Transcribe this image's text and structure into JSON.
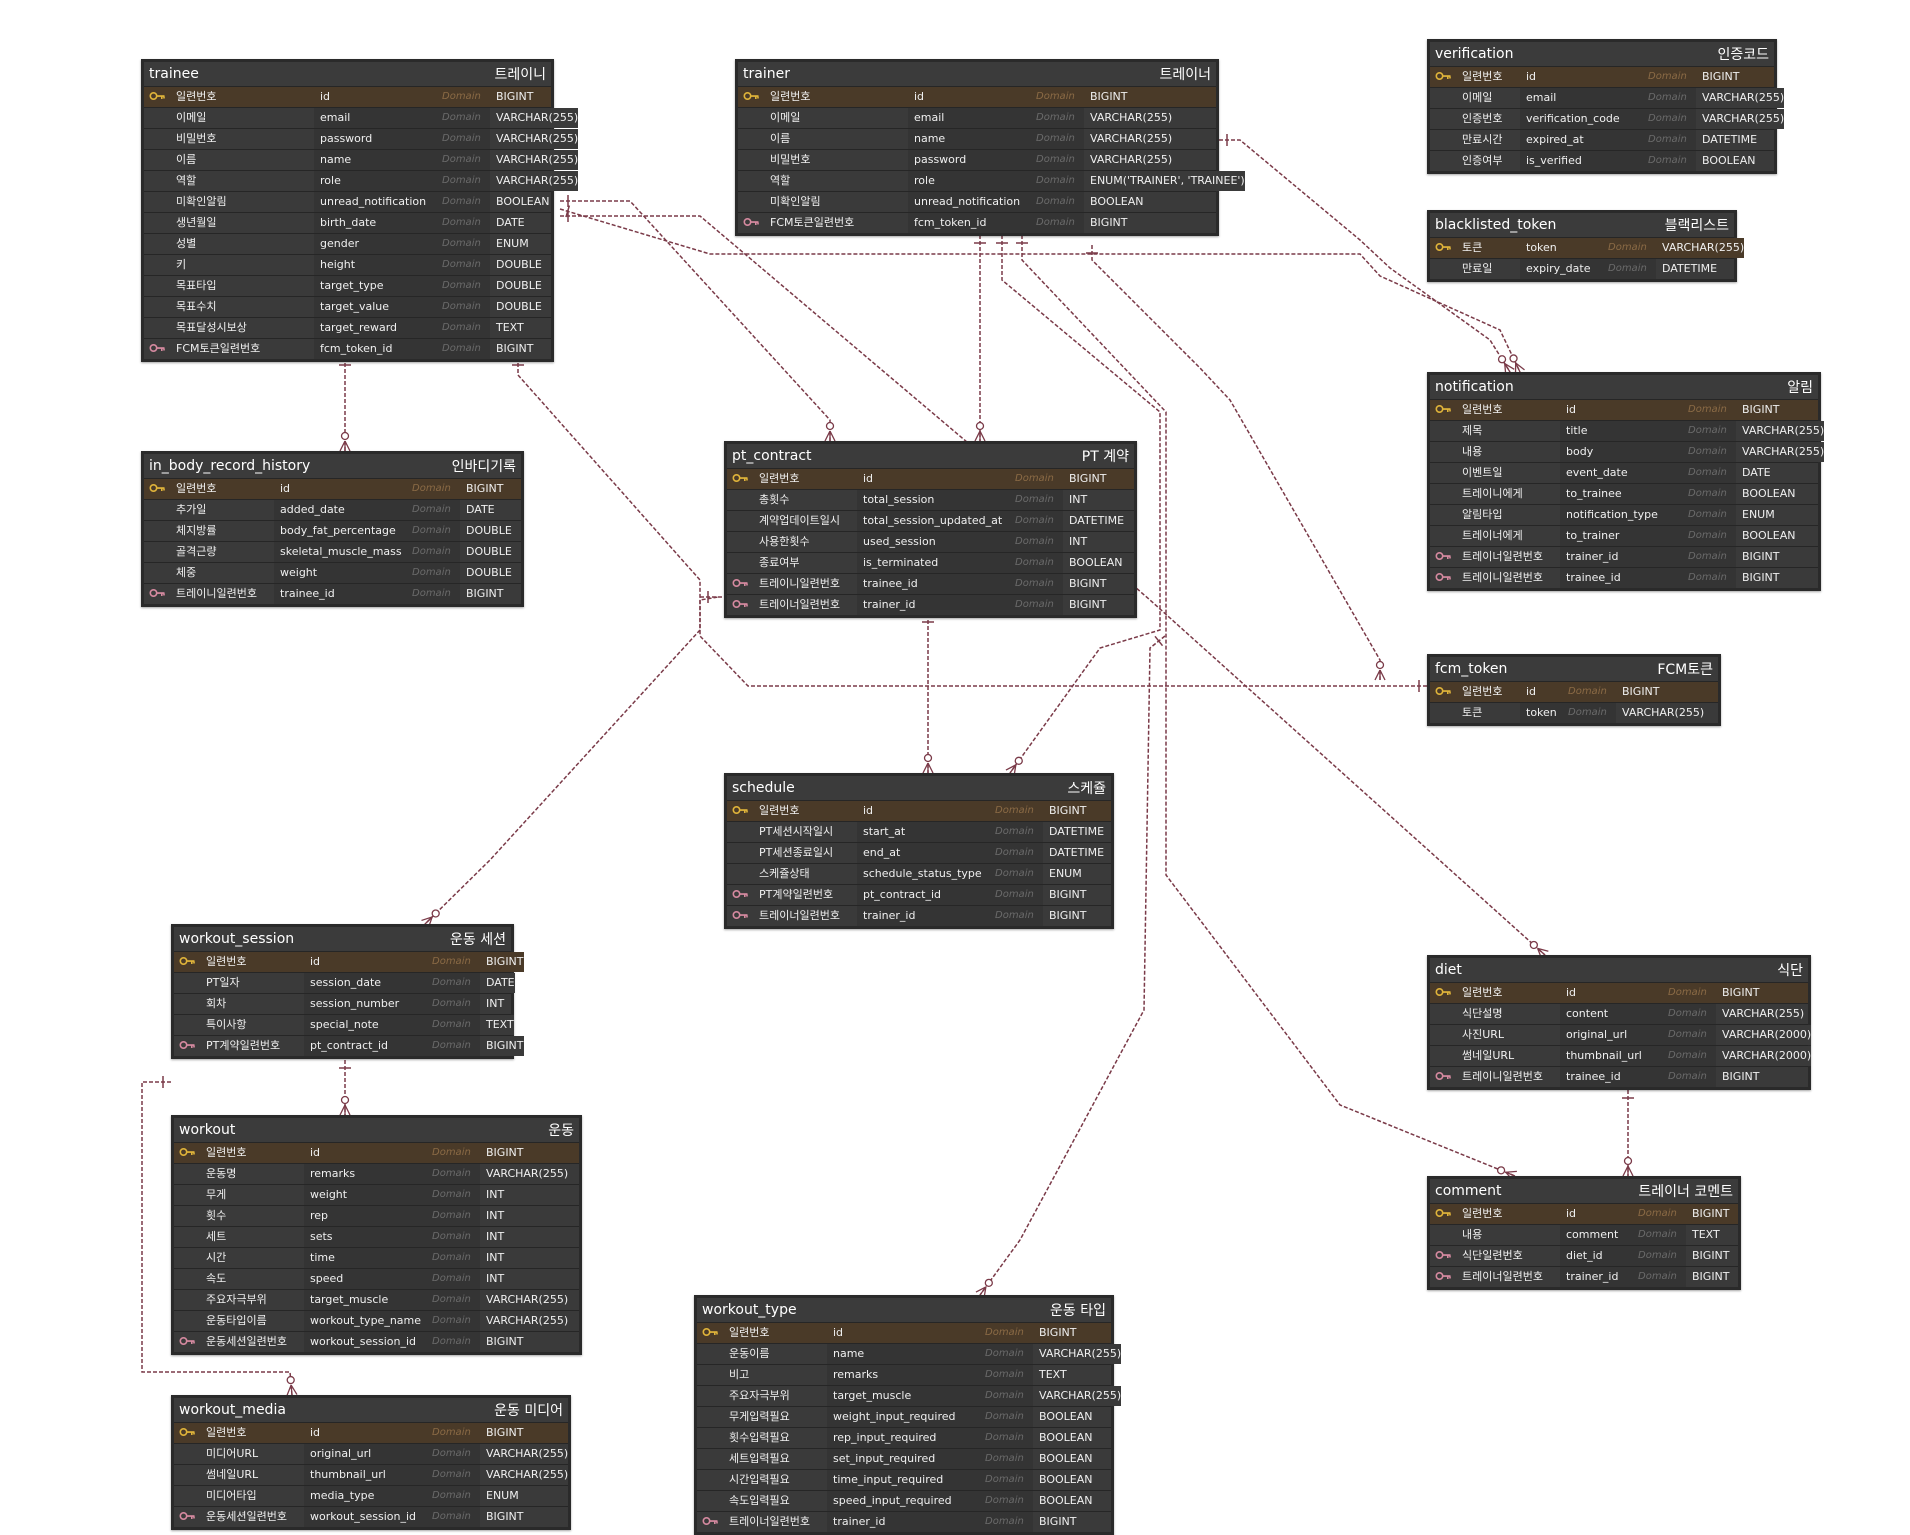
{
  "diagram": {
    "domain_label": "Domain",
    "colors": {
      "line": "#7a3a48",
      "entity_bg": "#2f2f2f",
      "pk_row": "#4a3a28",
      "pk_icon": "#e0b43a",
      "fk_icon": "#d68aa0"
    },
    "entities": [
      {
        "id": "trainee",
        "name": "trainee",
        "label": "트레이니",
        "columns": [
          {
            "key": "pk",
            "logical": "일련번호",
            "physical": "id",
            "type": "BIGINT"
          },
          {
            "key": "",
            "logical": "이메일",
            "physical": "email",
            "type": "VARCHAR(255)"
          },
          {
            "key": "",
            "logical": "비밀번호",
            "physical": "password",
            "type": "VARCHAR(255)"
          },
          {
            "key": "",
            "logical": "이름",
            "physical": "name",
            "type": "VARCHAR(255)"
          },
          {
            "key": "",
            "logical": "역할",
            "physical": "role",
            "type": "VARCHAR(255)"
          },
          {
            "key": "",
            "logical": "미확인알림",
            "physical": "unread_notification",
            "type": "BOOLEAN"
          },
          {
            "key": "",
            "logical": "생년월일",
            "physical": "birth_date",
            "type": "DATE"
          },
          {
            "key": "",
            "logical": "성별",
            "physical": "gender",
            "type": "ENUM"
          },
          {
            "key": "",
            "logical": "키",
            "physical": "height",
            "type": "DOUBLE"
          },
          {
            "key": "",
            "logical": "목표타입",
            "physical": "target_type",
            "type": "DOUBLE"
          },
          {
            "key": "",
            "logical": "목표수치",
            "physical": "target_value",
            "type": "DOUBLE"
          },
          {
            "key": "",
            "logical": "목표달성시보상",
            "physical": "target_reward",
            "type": "TEXT"
          },
          {
            "key": "fk",
            "logical": "FCM토큰일련번호",
            "physical": "fcm_token_id",
            "type": "BIGINT"
          }
        ]
      },
      {
        "id": "trainer",
        "name": "trainer",
        "label": "트레이너",
        "columns": [
          {
            "key": "pk",
            "logical": "일련번호",
            "physical": "id",
            "type": "BIGINT"
          },
          {
            "key": "",
            "logical": "이메일",
            "physical": "email",
            "type": "VARCHAR(255)"
          },
          {
            "key": "",
            "logical": "이름",
            "physical": "name",
            "type": "VARCHAR(255)"
          },
          {
            "key": "",
            "logical": "비밀번호",
            "physical": "password",
            "type": "VARCHAR(255)"
          },
          {
            "key": "",
            "logical": "역할",
            "physical": "role",
            "type": "ENUM('TRAINER', 'TRAINEE')"
          },
          {
            "key": "",
            "logical": "미확인알림",
            "physical": "unread_notification",
            "type": "BOOLEAN"
          },
          {
            "key": "fk",
            "logical": "FCM토큰일련번호",
            "physical": "fcm_token_id",
            "type": "BIGINT"
          }
        ]
      },
      {
        "id": "verification",
        "name": "verification",
        "label": "인증코드",
        "columns": [
          {
            "key": "pk",
            "logical": "일련번호",
            "physical": "id",
            "type": "BIGINT"
          },
          {
            "key": "",
            "logical": "이메일",
            "physical": "email",
            "type": "VARCHAR(255)"
          },
          {
            "key": "",
            "logical": "인증번호",
            "physical": "verification_code",
            "type": "VARCHAR(255)"
          },
          {
            "key": "",
            "logical": "만료시간",
            "physical": "expired_at",
            "type": "DATETIME"
          },
          {
            "key": "",
            "logical": "인증여부",
            "physical": "is_verified",
            "type": "BOOLEAN"
          }
        ]
      },
      {
        "id": "blacklisted_token",
        "name": "blacklisted_token",
        "label": "블랙리스트",
        "columns": [
          {
            "key": "pk",
            "logical": "토큰",
            "physical": "token",
            "type": "VARCHAR(255)"
          },
          {
            "key": "",
            "logical": "만료일",
            "physical": "expiry_date",
            "type": "DATETIME"
          }
        ]
      },
      {
        "id": "notification",
        "name": "notification",
        "label": "알림",
        "columns": [
          {
            "key": "pk",
            "logical": "일련번호",
            "physical": "id",
            "type": "BIGINT"
          },
          {
            "key": "",
            "logical": "제목",
            "physical": "title",
            "type": "VARCHAR(255)"
          },
          {
            "key": "",
            "logical": "내용",
            "physical": "body",
            "type": "VARCHAR(255)"
          },
          {
            "key": "",
            "logical": "이벤트일",
            "physical": "event_date",
            "type": "DATE"
          },
          {
            "key": "",
            "logical": "트레이니에게",
            "physical": "to_trainee",
            "type": "BOOLEAN"
          },
          {
            "key": "",
            "logical": "알림타입",
            "physical": "notification_type",
            "type": "ENUM"
          },
          {
            "key": "",
            "logical": "트레이너에게",
            "physical": "to_trainer",
            "type": "BOOLEAN"
          },
          {
            "key": "fk",
            "logical": "트레이너일련번호",
            "physical": "trainer_id",
            "type": "BIGINT"
          },
          {
            "key": "fk",
            "logical": "트레이니일련번호",
            "physical": "trainee_id",
            "type": "BIGINT"
          }
        ]
      },
      {
        "id": "in_body_record_history",
        "name": "in_body_record_history",
        "label": "인바디기록",
        "columns": [
          {
            "key": "pk",
            "logical": "일련번호",
            "physical": "id",
            "type": "BIGINT"
          },
          {
            "key": "",
            "logical": "추가일",
            "physical": "added_date",
            "type": "DATE"
          },
          {
            "key": "",
            "logical": "체지방률",
            "physical": "body_fat_percentage",
            "type": "DOUBLE"
          },
          {
            "key": "",
            "logical": "골격근량",
            "physical": "skeletal_muscle_mass",
            "type": "DOUBLE"
          },
          {
            "key": "",
            "logical": "체중",
            "physical": "weight",
            "type": "DOUBLE"
          },
          {
            "key": "fk",
            "logical": "트레이니일련번호",
            "physical": "trainee_id",
            "type": "BIGINT"
          }
        ]
      },
      {
        "id": "pt_contract",
        "name": "pt_contract",
        "label": "PT 계약",
        "columns": [
          {
            "key": "pk",
            "logical": "일련번호",
            "physical": "id",
            "type": "BIGINT"
          },
          {
            "key": "",
            "logical": "총횟수",
            "physical": "total_session",
            "type": "INT"
          },
          {
            "key": "",
            "logical": "계약업데이트일시",
            "physical": "total_session_updated_at",
            "type": "DATETIME"
          },
          {
            "key": "",
            "logical": "사용한횟수",
            "physical": "used_session",
            "type": "INT"
          },
          {
            "key": "",
            "logical": "종료여부",
            "physical": "is_terminated",
            "type": "BOOLEAN"
          },
          {
            "key": "fk",
            "logical": "트레이니일련번호",
            "physical": "trainee_id",
            "type": "BIGINT"
          },
          {
            "key": "fk",
            "logical": "트레이너일련번호",
            "physical": "trainer_id",
            "type": "BIGINT"
          }
        ]
      },
      {
        "id": "fcm_token",
        "name": "fcm_token",
        "label": "FCM토큰",
        "columns": [
          {
            "key": "pk",
            "logical": "일련번호",
            "physical": "id",
            "type": "BIGINT"
          },
          {
            "key": "",
            "logical": "토큰",
            "physical": "token",
            "type": "VARCHAR(255)"
          }
        ]
      },
      {
        "id": "schedule",
        "name": "schedule",
        "label": "스케쥴",
        "columns": [
          {
            "key": "pk",
            "logical": "일련번호",
            "physical": "id",
            "type": "BIGINT"
          },
          {
            "key": "",
            "logical": "PT세션시작일시",
            "physical": "start_at",
            "type": "DATETIME"
          },
          {
            "key": "",
            "logical": "PT세션종료일시",
            "physical": "end_at",
            "type": "DATETIME"
          },
          {
            "key": "",
            "logical": "스케쥴상태",
            "physical": "schedule_status_type",
            "type": "ENUM"
          },
          {
            "key": "fk",
            "logical": "PT계약일련번호",
            "physical": "pt_contract_id",
            "type": "BIGINT"
          },
          {
            "key": "fk",
            "logical": "트레이너일련번호",
            "physical": "trainer_id",
            "type": "BIGINT"
          }
        ]
      },
      {
        "id": "workout_session",
        "name": "workout_session",
        "label": "운동 세션",
        "columns": [
          {
            "key": "pk",
            "logical": "일련번호",
            "physical": "id",
            "type": "BIGINT"
          },
          {
            "key": "",
            "logical": "PT일자",
            "physical": "session_date",
            "type": "DATE"
          },
          {
            "key": "",
            "logical": "회차",
            "physical": "session_number",
            "type": "INT"
          },
          {
            "key": "",
            "logical": "특이사항",
            "physical": "special_note",
            "type": "TEXT"
          },
          {
            "key": "fk",
            "logical": "PT계약일련번호",
            "physical": "pt_contract_id",
            "type": "BIGINT"
          }
        ]
      },
      {
        "id": "diet",
        "name": "diet",
        "label": "식단",
        "columns": [
          {
            "key": "pk",
            "logical": "일련번호",
            "physical": "id",
            "type": "BIGINT"
          },
          {
            "key": "",
            "logical": "식단설명",
            "physical": "content",
            "type": "VARCHAR(255)"
          },
          {
            "key": "",
            "logical": "사진URL",
            "physical": "original_url",
            "type": "VARCHAR(2000)"
          },
          {
            "key": "",
            "logical": "썸네일URL",
            "physical": "thumbnail_url",
            "type": "VARCHAR(2000)"
          },
          {
            "key": "fk",
            "logical": "트레이니일련번호",
            "physical": "trainee_id",
            "type": "BIGINT"
          }
        ]
      },
      {
        "id": "workout",
        "name": "workout",
        "label": "운동",
        "columns": [
          {
            "key": "pk",
            "logical": "일련번호",
            "physical": "id",
            "type": "BIGINT"
          },
          {
            "key": "",
            "logical": "운동명",
            "physical": "remarks",
            "type": "VARCHAR(255)"
          },
          {
            "key": "",
            "logical": "무게",
            "physical": "weight",
            "type": "INT"
          },
          {
            "key": "",
            "logical": "횟수",
            "physical": "rep",
            "type": "INT"
          },
          {
            "key": "",
            "logical": "세트",
            "physical": "sets",
            "type": "INT"
          },
          {
            "key": "",
            "logical": "시간",
            "physical": "time",
            "type": "INT"
          },
          {
            "key": "",
            "logical": "속도",
            "physical": "speed",
            "type": "INT"
          },
          {
            "key": "",
            "logical": "주요자극부위",
            "physical": "target_muscle",
            "type": "VARCHAR(255)"
          },
          {
            "key": "",
            "logical": "운동타입이름",
            "physical": "workout_type_name",
            "type": "VARCHAR(255)"
          },
          {
            "key": "fk",
            "logical": "운동세션일련번호",
            "physical": "workout_session_id",
            "type": "BIGINT"
          }
        ]
      },
      {
        "id": "comment",
        "name": "comment",
        "label": "트레이너 코멘트",
        "columns": [
          {
            "key": "pk",
            "logical": "일련번호",
            "physical": "id",
            "type": "BIGINT"
          },
          {
            "key": "",
            "logical": "내용",
            "physical": "comment",
            "type": "TEXT"
          },
          {
            "key": "fk",
            "logical": "식단일련번호",
            "physical": "diet_id",
            "type": "BIGINT"
          },
          {
            "key": "fk",
            "logical": "트레이너일련번호",
            "physical": "trainer_id",
            "type": "BIGINT"
          }
        ]
      },
      {
        "id": "workout_type",
        "name": "workout_type",
        "label": "운동 타입",
        "columns": [
          {
            "key": "pk",
            "logical": "일련번호",
            "physical": "id",
            "type": "BIGINT"
          },
          {
            "key": "",
            "logical": "운동이름",
            "physical": "name",
            "type": "VARCHAR(255)"
          },
          {
            "key": "",
            "logical": "비고",
            "physical": "remarks",
            "type": "TEXT"
          },
          {
            "key": "",
            "logical": "주요자극부위",
            "physical": "target_muscle",
            "type": "VARCHAR(255)"
          },
          {
            "key": "",
            "logical": "무게입력필요",
            "physical": "weight_input_required",
            "type": "BOOLEAN"
          },
          {
            "key": "",
            "logical": "횟수입력필요",
            "physical": "rep_input_required",
            "type": "BOOLEAN"
          },
          {
            "key": "",
            "logical": "세트입력필요",
            "physical": "set_input_required",
            "type": "BOOLEAN"
          },
          {
            "key": "",
            "logical": "시간입력필요",
            "physical": "time_input_required",
            "type": "BOOLEAN"
          },
          {
            "key": "",
            "logical": "속도입력필요",
            "physical": "speed_input_required",
            "type": "BOOLEAN"
          },
          {
            "key": "fk",
            "logical": "트레이너일련번호",
            "physical": "trainer_id",
            "type": "BIGINT"
          }
        ]
      },
      {
        "id": "workout_media",
        "name": "workout_media",
        "label": "운동 미디어",
        "columns": [
          {
            "key": "pk",
            "logical": "일련번호",
            "physical": "id",
            "type": "BIGINT"
          },
          {
            "key": "",
            "logical": "미디어URL",
            "physical": "original_url",
            "type": "VARCHAR(255)"
          },
          {
            "key": "",
            "logical": "썸네일URL",
            "physical": "thumbnail_url",
            "type": "VARCHAR(255)"
          },
          {
            "key": "",
            "logical": "미디어타입",
            "physical": "media_type",
            "type": "ENUM"
          },
          {
            "key": "fk",
            "logical": "운동세션일련번호",
            "physical": "workout_session_id",
            "type": "BIGINT"
          }
        ]
      }
    ],
    "relationships": [
      {
        "from": "trainee",
        "to": "in_body_record_history"
      },
      {
        "from": "trainee",
        "to": "pt_contract"
      },
      {
        "from": "trainee",
        "to": "notification"
      },
      {
        "from": "trainee",
        "to": "workout_session"
      },
      {
        "from": "trainee",
        "to": "diet"
      },
      {
        "from": "trainer",
        "to": "pt_contract"
      },
      {
        "from": "trainer",
        "to": "notification"
      },
      {
        "from": "trainer",
        "to": "schedule"
      },
      {
        "from": "trainer",
        "to": "comment"
      },
      {
        "from": "trainer",
        "to": "workout_type"
      },
      {
        "from": "fcm_token",
        "to": "trainee"
      },
      {
        "from": "fcm_token",
        "to": "trainer"
      },
      {
        "from": "pt_contract",
        "to": "schedule"
      },
      {
        "from": "pt_contract",
        "to": "workout_session"
      },
      {
        "from": "workout_session",
        "to": "workout"
      },
      {
        "from": "workout_session",
        "to": "workout_media"
      },
      {
        "from": "diet",
        "to": "comment"
      }
    ]
  }
}
